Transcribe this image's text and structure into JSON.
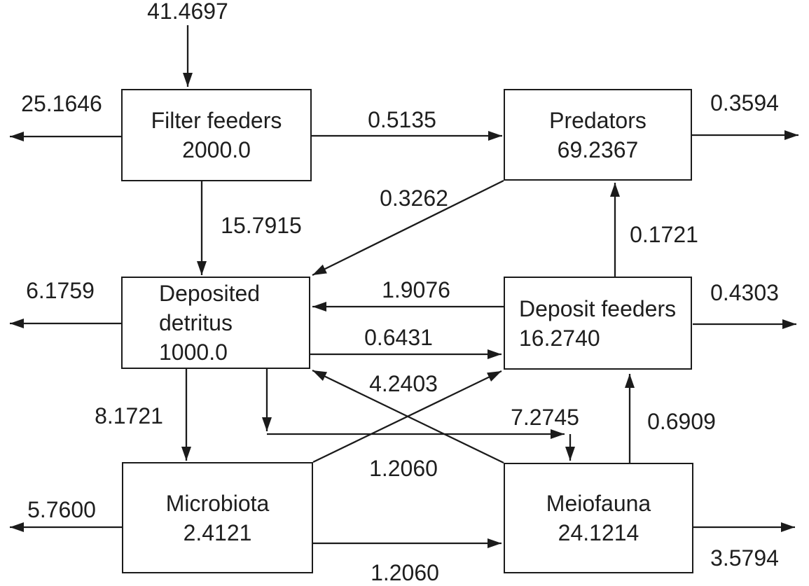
{
  "diagram": {
    "description": "Energy flow diagram with six compartments and labeled flow arrows",
    "background_color": "#ffffff",
    "line_color": "#1b1b1b",
    "nodes": {
      "filter_feeders": {
        "name": "Filter feeders",
        "stock": "2000.0"
      },
      "predators": {
        "name": "Predators",
        "stock": "69.2367"
      },
      "deposited_detritus": {
        "name_line1": "Deposited",
        "name_line2": "detritus",
        "stock": "1000.0"
      },
      "deposit_feeders": {
        "name": "Deposit feeders",
        "stock": "16.2740"
      },
      "microbiota": {
        "name": "Microbiota",
        "stock": "2.4121"
      },
      "meiofauna": {
        "name": "Meiofauna",
        "stock": "24.1214"
      }
    },
    "flows": {
      "input_to_filter_feeders": {
        "value": "41.4697",
        "from": "external input",
        "to": "Filter feeders"
      },
      "filter_feeders_export": {
        "value": "25.1646",
        "from": "Filter feeders",
        "to": "export"
      },
      "filter_feeders_to_predators": {
        "value": "0.5135",
        "from": "Filter feeders",
        "to": "Predators"
      },
      "predators_export": {
        "value": "0.3594",
        "from": "Predators",
        "to": "export"
      },
      "filter_feeders_to_detritus": {
        "value": "15.7915",
        "from": "Filter feeders",
        "to": "Deposited detritus"
      },
      "predators_to_detritus": {
        "value": "0.3262",
        "from": "Predators",
        "to": "Deposited detritus"
      },
      "deposit_feeders_to_predators": {
        "value": "0.1721",
        "from": "Deposit feeders",
        "to": "Predators"
      },
      "detritus_export": {
        "value": "6.1759",
        "from": "Deposited detritus",
        "to": "export"
      },
      "deposit_feeders_to_detritus": {
        "value": "1.9076",
        "from": "Deposit feeders",
        "to": "Deposited detritus"
      },
      "detritus_to_deposit_feeders": {
        "value": "0.6431",
        "from": "Deposited detritus",
        "to": "Deposit feeders"
      },
      "deposit_feeders_export": {
        "value": "0.4303",
        "from": "Deposit feeders",
        "to": "export"
      },
      "detritus_to_microbiota": {
        "value": "8.1721",
        "from": "Deposited detritus",
        "to": "Microbiota"
      },
      "microbiota_to_deposit_feeders": {
        "value": "4.2403",
        "from": "Microbiota",
        "to": "Deposit feeders"
      },
      "meiofauna_to_detritus": {
        "value": "1.2060",
        "from": "Meiofauna",
        "to": "Deposited detritus"
      },
      "detritus_to_meiofauna": {
        "value": "7.2745",
        "from": "Deposited detritus",
        "to": "Meiofauna"
      },
      "meiofauna_to_deposit_feeders": {
        "value": "0.6909",
        "from": "Meiofauna",
        "to": "Deposit feeders"
      },
      "microbiota_export": {
        "value": "5.7600",
        "from": "Microbiota",
        "to": "export"
      },
      "microbiota_to_meiofauna": {
        "value": "1.2060",
        "from": "Microbiota",
        "to": "Meiofauna"
      },
      "meiofauna_export": {
        "value": "3.5794",
        "from": "Meiofauna",
        "to": "export"
      }
    }
  }
}
